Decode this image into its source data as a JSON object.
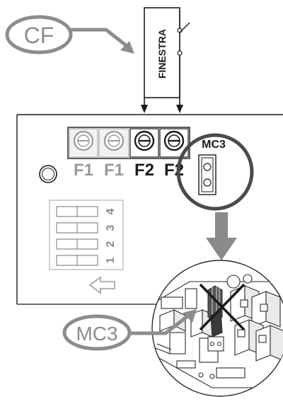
{
  "callouts": {
    "cf_label": "CF",
    "mc3_label": "MC3"
  },
  "switch": {
    "label": "FINESTRA"
  },
  "board": {
    "jumper_label": "MC3",
    "terminals": [
      {
        "label": "F1",
        "state": "inactive"
      },
      {
        "label": "F1",
        "state": "inactive"
      },
      {
        "label": "F2",
        "state": "active"
      },
      {
        "label": "F2",
        "state": "active"
      }
    ],
    "dip_switch_numbers": [
      "4",
      "3",
      "2",
      "1"
    ]
  },
  "colors": {
    "callout_grey": "#8c8c8c",
    "arrow_grey": "#888888",
    "ink": "#1a1a1a",
    "inactive_text": "#9a9a9a"
  }
}
